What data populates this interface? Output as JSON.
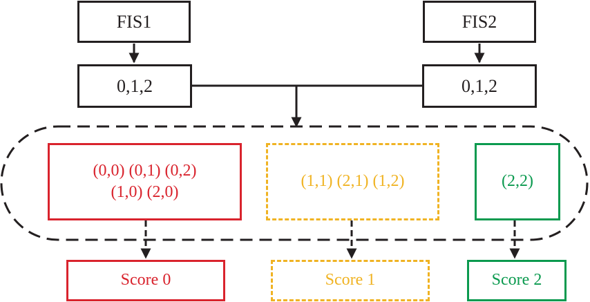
{
  "inputs": [
    {
      "name": "FIS1",
      "values": "0,1,2"
    },
    {
      "name": "FIS2",
      "values": "0,1,2"
    }
  ],
  "groups": [
    {
      "lines": [
        "(0,0) (0,1) (0,2)",
        "(1,0) (2,0)"
      ],
      "score": "Score 0",
      "color": "#d9232d"
    },
    {
      "lines": [
        "(1,1) (2,1) (1,2)"
      ],
      "score": "Score 1",
      "color": "#f0b323"
    },
    {
      "lines": [
        "(2,2)"
      ],
      "score": "Score 2",
      "color": "#0b9a4f"
    }
  ],
  "colors": {
    "line": "#231f20",
    "score0": "#d9232d",
    "score1": "#f0b323",
    "score2": "#0b9a4f"
  }
}
